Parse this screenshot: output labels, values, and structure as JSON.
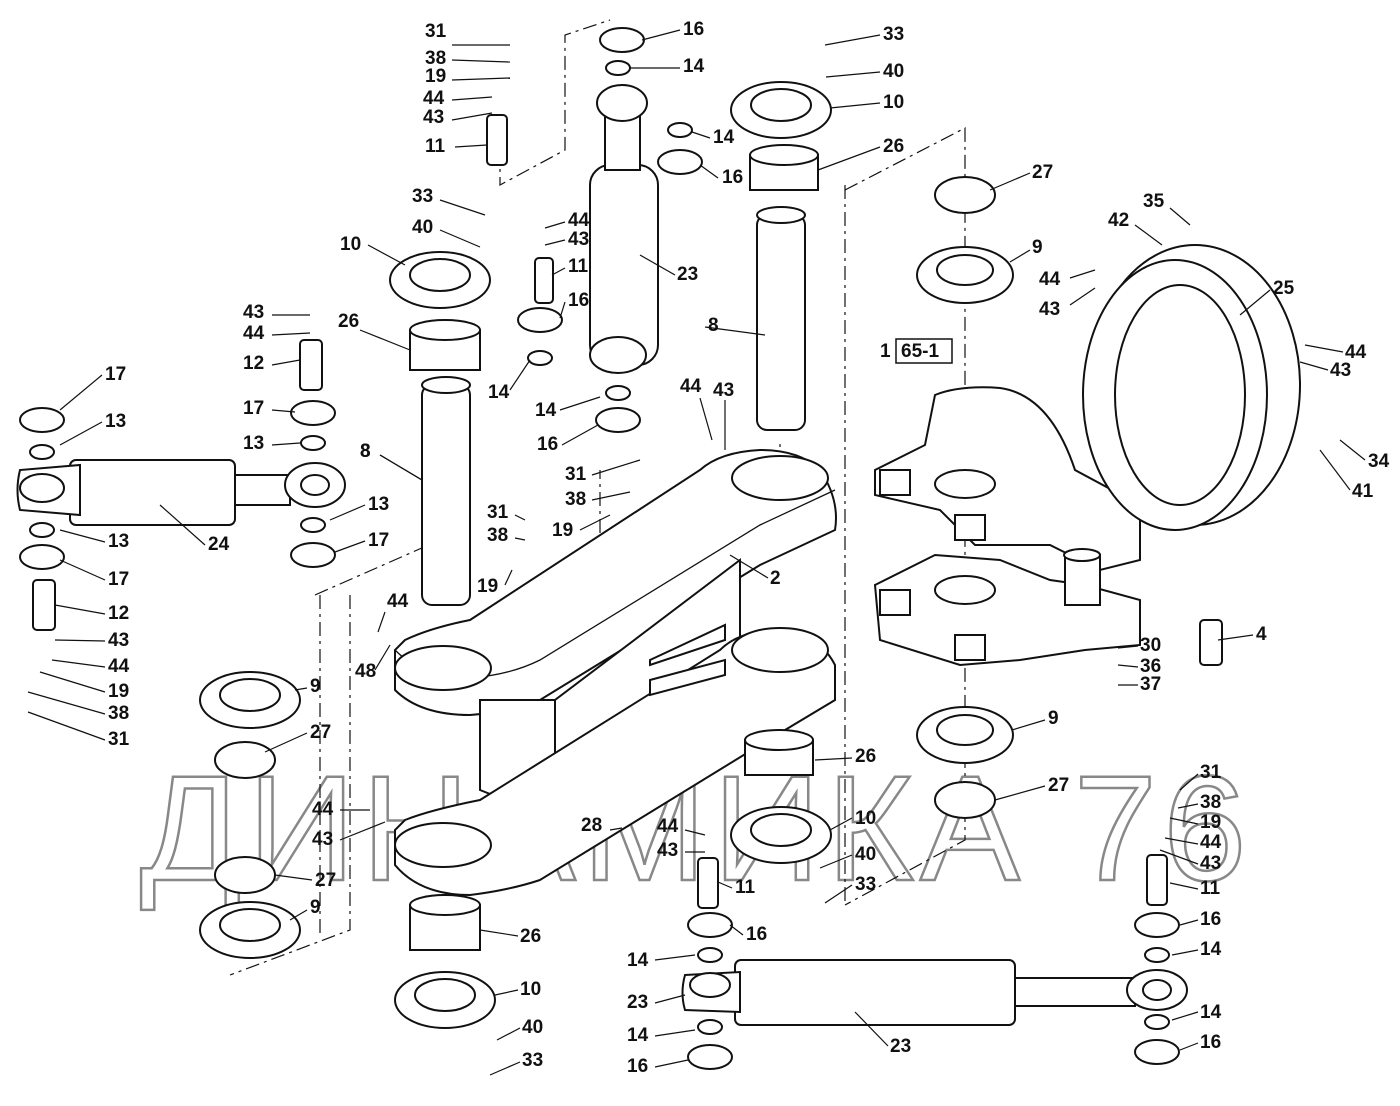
{
  "diagram": {
    "watermark": "ДИНАМИКА 76",
    "assembly_ref_prefix": "1",
    "assembly_ref_box": "65-1",
    "callouts": [
      {
        "id": "c1",
        "label": "31"
      },
      {
        "id": "c2",
        "label": "38"
      },
      {
        "id": "c3",
        "label": "19"
      },
      {
        "id": "c4",
        "label": "44"
      },
      {
        "id": "c5",
        "label": "43"
      },
      {
        "id": "c6",
        "label": "11"
      },
      {
        "id": "c7",
        "label": "16"
      },
      {
        "id": "c8",
        "label": "14"
      },
      {
        "id": "c9",
        "label": "14"
      },
      {
        "id": "c10",
        "label": "16"
      },
      {
        "id": "c11",
        "label": "33"
      },
      {
        "id": "c12",
        "label": "40"
      },
      {
        "id": "c13",
        "label": "10"
      },
      {
        "id": "c14",
        "label": "26"
      },
      {
        "id": "c15",
        "label": "33"
      },
      {
        "id": "c16",
        "label": "40"
      },
      {
        "id": "c17",
        "label": "10"
      },
      {
        "id": "c18",
        "label": "44"
      },
      {
        "id": "c19",
        "label": "43"
      },
      {
        "id": "c20",
        "label": "11"
      },
      {
        "id": "c21",
        "label": "16"
      },
      {
        "id": "c22",
        "label": "23"
      },
      {
        "id": "c23",
        "label": "27"
      },
      {
        "id": "c24",
        "label": "9"
      },
      {
        "id": "c25",
        "label": "35"
      },
      {
        "id": "c26",
        "label": "42"
      },
      {
        "id": "c27",
        "label": "44"
      },
      {
        "id": "c28",
        "label": "43"
      },
      {
        "id": "c29",
        "label": "25"
      },
      {
        "id": "c30",
        "label": "44"
      },
      {
        "id": "c31",
        "label": "43"
      },
      {
        "id": "c32",
        "label": "43"
      },
      {
        "id": "c33",
        "label": "44"
      },
      {
        "id": "c34",
        "label": "12"
      },
      {
        "id": "c35",
        "label": "26"
      },
      {
        "id": "c36",
        "label": "8"
      },
      {
        "id": "c37",
        "label": "17"
      },
      {
        "id": "c38",
        "label": "13"
      },
      {
        "id": "c39",
        "label": "17"
      },
      {
        "id": "c40",
        "label": "13"
      },
      {
        "id": "c41",
        "label": "14"
      },
      {
        "id": "c42",
        "label": "14"
      },
      {
        "id": "c43",
        "label": "16"
      },
      {
        "id": "c44",
        "label": "44"
      },
      {
        "id": "c45",
        "label": "43"
      },
      {
        "id": "c46",
        "label": "8"
      },
      {
        "id": "c47",
        "label": "31"
      },
      {
        "id": "c48",
        "label": "38"
      },
      {
        "id": "c49",
        "label": "19"
      },
      {
        "id": "c50",
        "label": "34"
      },
      {
        "id": "c51",
        "label": "41"
      },
      {
        "id": "c52",
        "label": "8"
      },
      {
        "id": "c53",
        "label": "31"
      },
      {
        "id": "c54",
        "label": "38"
      },
      {
        "id": "c55",
        "label": "19"
      },
      {
        "id": "c56",
        "label": "13"
      },
      {
        "id": "c57",
        "label": "17"
      },
      {
        "id": "c58",
        "label": "24"
      },
      {
        "id": "c59",
        "label": "13"
      },
      {
        "id": "c60",
        "label": "17"
      },
      {
        "id": "c61",
        "label": "12"
      },
      {
        "id": "c62",
        "label": "43"
      },
      {
        "id": "c63",
        "label": "44"
      },
      {
        "id": "c64",
        "label": "19"
      },
      {
        "id": "c65",
        "label": "38"
      },
      {
        "id": "c66",
        "label": "31"
      },
      {
        "id": "c67",
        "label": "2"
      },
      {
        "id": "c68",
        "label": "44"
      },
      {
        "id": "c69",
        "label": "48"
      },
      {
        "id": "c70",
        "label": "4"
      },
      {
        "id": "c71",
        "label": "30"
      },
      {
        "id": "c72",
        "label": "36"
      },
      {
        "id": "c73",
        "label": "37"
      },
      {
        "id": "c74",
        "label": "9"
      },
      {
        "id": "c75",
        "label": "27"
      },
      {
        "id": "c76",
        "label": "9"
      },
      {
        "id": "c77",
        "label": "27"
      },
      {
        "id": "c78",
        "label": "26"
      },
      {
        "id": "c79",
        "label": "10"
      },
      {
        "id": "c80",
        "label": "40"
      },
      {
        "id": "c81",
        "label": "33"
      },
      {
        "id": "c82",
        "label": "44"
      },
      {
        "id": "c83",
        "label": "43"
      },
      {
        "id": "c84",
        "label": "27"
      },
      {
        "id": "c85",
        "label": "9"
      },
      {
        "id": "c86",
        "label": "28"
      },
      {
        "id": "c87",
        "label": "44"
      },
      {
        "id": "c88",
        "label": "43"
      },
      {
        "id": "c89",
        "label": "11"
      },
      {
        "id": "c90",
        "label": "31"
      },
      {
        "id": "c91",
        "label": "38"
      },
      {
        "id": "c92",
        "label": "19"
      },
      {
        "id": "c93",
        "label": "44"
      },
      {
        "id": "c94",
        "label": "43"
      },
      {
        "id": "c95",
        "label": "11"
      },
      {
        "id": "c96",
        "label": "16"
      },
      {
        "id": "c97",
        "label": "14"
      },
      {
        "id": "c98",
        "label": "14"
      },
      {
        "id": "c99",
        "label": "16"
      },
      {
        "id": "c100",
        "label": "16"
      },
      {
        "id": "c101",
        "label": "14"
      },
      {
        "id": "c102",
        "label": "23"
      },
      {
        "id": "c103",
        "label": "14"
      },
      {
        "id": "c104",
        "label": "16"
      },
      {
        "id": "c105",
        "label": "23"
      },
      {
        "id": "c106",
        "label": "26"
      },
      {
        "id": "c107",
        "label": "10"
      },
      {
        "id": "c108",
        "label": "40"
      },
      {
        "id": "c109",
        "label": "33"
      }
    ]
  }
}
